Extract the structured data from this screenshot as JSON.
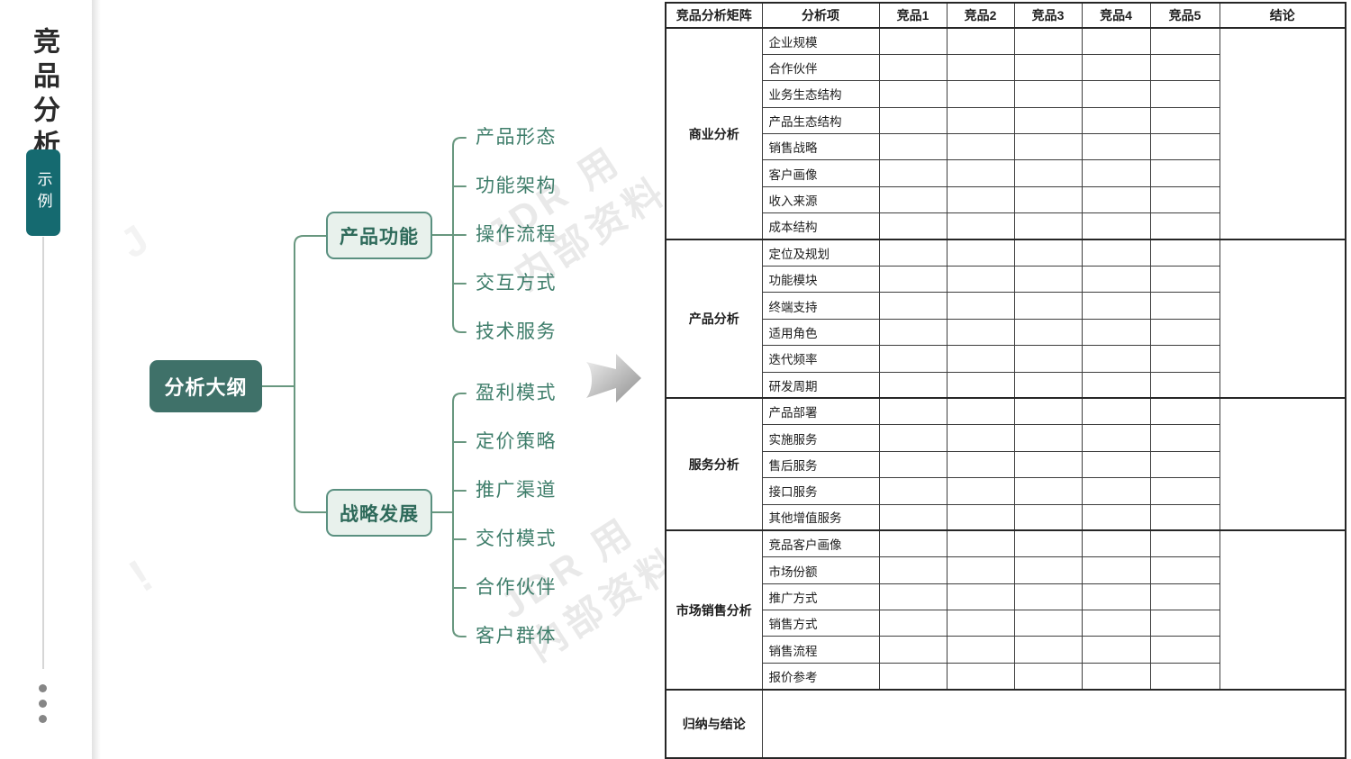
{
  "sidebar": {
    "title": "竞品分析",
    "badge": "示例"
  },
  "watermark": {
    "line1": "JDR 用",
    "line2": "内部资料",
    "fragment_exclaim": "!",
    "fragment_j": "J"
  },
  "mindmap": {
    "root": "分析大纲",
    "branches": [
      {
        "label": "产品功能",
        "children": [
          "产品形态",
          "功能架构",
          "操作流程",
          "交互方式",
          "技术服务"
        ]
      },
      {
        "label": "战略发展",
        "children": [
          "盈利模式",
          "定价策略",
          "推广渠道",
          "交付模式",
          "合作伙伴",
          "客户群体"
        ]
      }
    ]
  },
  "arrow_icon": "right-arrow",
  "table": {
    "columns": [
      "竞品分析矩阵",
      "分析项",
      "竞品1",
      "竞品2",
      "竞品3",
      "竞品4",
      "竞品5",
      "结论"
    ],
    "competitor_columns": 5,
    "groups": [
      {
        "name": "商业分析",
        "items": [
          "企业规模",
          "合作伙伴",
          "业务生态结构",
          "产品生态结构",
          "销售战略",
          "客户画像",
          "收入来源",
          "成本结构"
        ]
      },
      {
        "name": "产品分析",
        "items": [
          "定位及规划",
          "功能模块",
          "终端支持",
          "适用角色",
          "迭代频率",
          "研发周期"
        ]
      },
      {
        "name": "服务分析",
        "items": [
          "产品部署",
          "实施服务",
          "售后服务",
          "接口服务",
          "其他增值服务"
        ]
      },
      {
        "name": "市场销售分析",
        "items": [
          "竞品客户画像",
          "市场份额",
          "推广方式",
          "销售方式",
          "销售流程",
          "报价参考"
        ]
      }
    ],
    "footer_label": "归纳与结论",
    "cell_values": ""
  },
  "colors": {
    "root_node": "#3f7169",
    "badge": "#156a70",
    "branch_fill": "#e8f1ec",
    "branch_border": "#5a9080",
    "leaf_text": "#3e7d6a",
    "connector": "#68977f",
    "table_border": "#262626",
    "watermark": "#e9e9e9"
  }
}
